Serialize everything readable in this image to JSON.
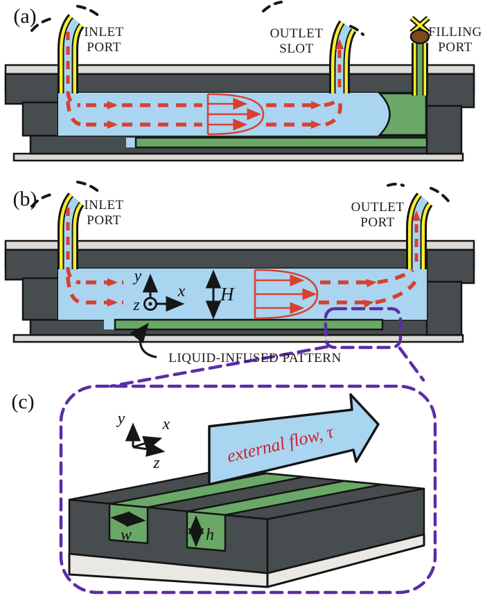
{
  "figure": {
    "panel_a": {
      "label": "(a)",
      "inlet_port": {
        "line1": "INLET",
        "line2": "PORT"
      },
      "outlet_slot": {
        "line1": "OUTLET",
        "line2": "SLOT"
      },
      "filling_port": {
        "line1": "FILLING",
        "line2": "PORT"
      }
    },
    "panel_b": {
      "label": "(b)",
      "inlet_port": {
        "line1": "INLET",
        "line2": "PORT"
      },
      "outlet_port": {
        "line1": "OUTLET",
        "line2": "PORT"
      },
      "pattern_label": "LIQUID-INFUSED PATTERN",
      "channel_height_symbol": "H",
      "axes": {
        "x": "x",
        "y": "y",
        "z": "z"
      }
    },
    "panel_c": {
      "label": "(c)",
      "flow_label": "external flow, τ",
      "groove_width_symbol": "w",
      "groove_depth_symbol": "h",
      "axes": {
        "x": "x",
        "y": "y",
        "z": "z"
      }
    },
    "colors": {
      "water_blue": "#a9d5f1",
      "infused_green": "#6aa868",
      "chip_dark_gray": "#474c4e",
      "glass_gray": "#dcdad5",
      "base_white": "#eae8e3",
      "flow_red": "#d8402f",
      "flow_label_red": "#cf1f2e",
      "zoom_purple": "#5b2da6",
      "tube_yellow": "#f7ee2e",
      "knot_brown": "#7d4a1e"
    }
  }
}
